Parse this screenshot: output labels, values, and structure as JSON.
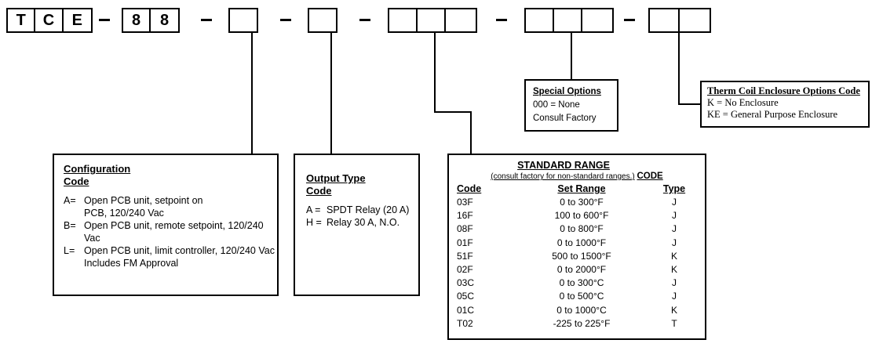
{
  "part_number": {
    "groups": [
      {
        "name": "prefix",
        "cells": [
          "T",
          "C",
          "E"
        ]
      },
      {
        "name": "series",
        "cells": [
          "8",
          "8"
        ]
      },
      {
        "name": "configuration",
        "cells": [
          ""
        ]
      },
      {
        "name": "output-type",
        "cells": [
          ""
        ]
      },
      {
        "name": "range-code",
        "cells": [
          "",
          "",
          ""
        ]
      },
      {
        "name": "special-options",
        "cells": [
          "",
          "",
          ""
        ]
      },
      {
        "name": "enclosure-code",
        "cells": [
          "",
          ""
        ]
      }
    ],
    "separator": "–"
  },
  "configuration": {
    "title": "Configuration",
    "subtitle": "Code",
    "rows": [
      {
        "code": "A=",
        "desc": "Open PCB unit, setpoint on",
        "cont": "PCB, 120/240 Vac"
      },
      {
        "code": "B=",
        "desc": "Open PCB unit, remote setpoint, 120/240 Vac",
        "cont": ""
      },
      {
        "code": "L=",
        "desc": "Open PCB unit, limit controller, 120/240 Vac",
        "cont": "Includes FM Approval"
      }
    ]
  },
  "output_type": {
    "title": "Output Type",
    "subtitle": "Code",
    "rows": [
      {
        "code": "A =",
        "desc": "SPDT Relay (20 A)"
      },
      {
        "code": "H =",
        "desc": "Relay 30 A, N.O."
      }
    ]
  },
  "special_options": {
    "title": "Special Options",
    "lines": [
      "000 = None",
      "Consult Factory"
    ]
  },
  "therm_coil": {
    "title": "Therm Coil Enclosure Options Code",
    "lines": [
      "K = No Enclosure",
      "KE = General Purpose Enclosure"
    ]
  },
  "standard_range": {
    "title": "STANDARD RANGE",
    "subtitle": "(consult factory for non-standard ranges.)",
    "subtitle_code": "CODE",
    "headers": [
      "Code",
      "Set Range",
      "Type"
    ],
    "rows": [
      {
        "code": "03F",
        "range": "0 to 300°F",
        "type": "J"
      },
      {
        "code": "16F",
        "range": "100 to 600°F",
        "type": "J"
      },
      {
        "code": "08F",
        "range": "0 to 800°F",
        "type": "J"
      },
      {
        "code": "01F",
        "range": "0 to 1000°F",
        "type": "J"
      },
      {
        "code": "51F",
        "range": "500 to 1500°F",
        "type": "K"
      },
      {
        "code": "02F",
        "range": "0 to 2000°F",
        "type": "K"
      },
      {
        "code": "03C",
        "range": "0 to 300°C",
        "type": "J"
      },
      {
        "code": "05C",
        "range": "0 to 500°C",
        "type": "J"
      },
      {
        "code": "01C",
        "range": "0 to 1000°C",
        "type": "K"
      },
      {
        "code": "T02",
        "range": "-225 to 225°F",
        "type": "T"
      }
    ]
  },
  "colors": {
    "ink": "#000000",
    "paper": "#ffffff"
  }
}
